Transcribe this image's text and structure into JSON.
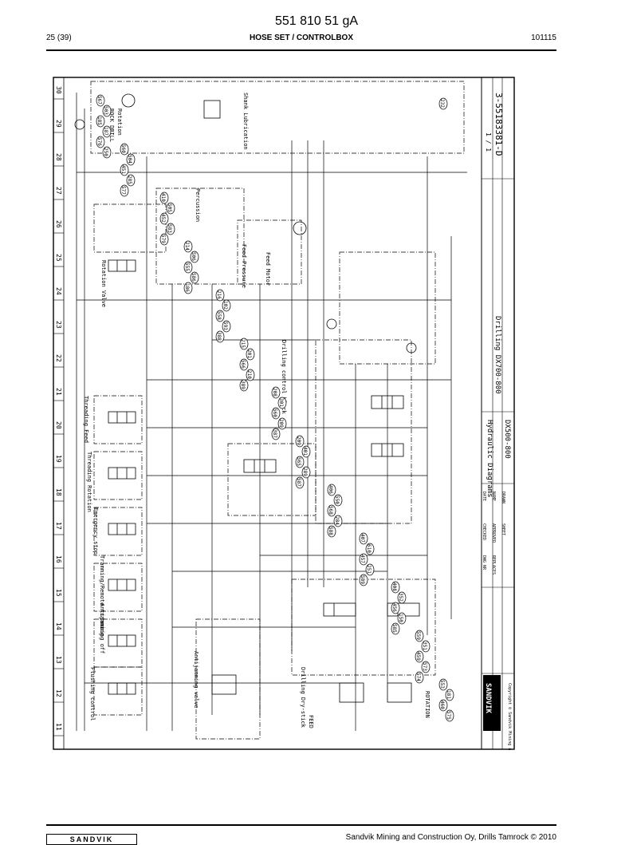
{
  "header": {
    "doc_number": "551 810 51 gA",
    "page": "25 (39)",
    "section": "HOSE SET / CONTROLBOX",
    "date": "101115"
  },
  "drawing": {
    "grid_columns": [
      "30",
      "29",
      "28",
      "27",
      "26",
      "25",
      "24",
      "23",
      "22",
      "21",
      "20",
      "19",
      "18",
      "17",
      "16",
      "15",
      "14",
      "13",
      "12",
      "11"
    ],
    "blocks": [
      {
        "id": "rock-drill",
        "label": "ROCK DRILL"
      },
      {
        "id": "rotation",
        "label": "Rotation"
      },
      {
        "id": "percussion",
        "label": "Percussion"
      },
      {
        "id": "shank-lubrication",
        "label": "Shank Lubrication"
      },
      {
        "id": "rotation-valve",
        "label": "Rotation Valve"
      },
      {
        "id": "feed-motor",
        "label": "Feed Motor"
      },
      {
        "id": "feed-pressure",
        "label": "Feed Pressure"
      },
      {
        "id": "drilling-control-block",
        "label": "Drilling control block"
      },
      {
        "id": "threading-feed",
        "label": "Threading Feed"
      },
      {
        "id": "threading-rotation",
        "label": "Threading Rotation"
      },
      {
        "id": "emergency-stop",
        "label": "Emergency stop"
      },
      {
        "id": "tramming-remote",
        "label": "Tramming/Remote tramming"
      },
      {
        "id": "antijamming",
        "label": "Antijamming off"
      },
      {
        "id": "flushing-control",
        "label": "Flushing control"
      },
      {
        "id": "antijamming-valve",
        "label": "Antijamming valve"
      },
      {
        "id": "drilling-dry-stick",
        "label": "Drilling Dry-stick"
      },
      {
        "id": "feed",
        "label": "FEED"
      },
      {
        "id": "rotation-lower",
        "label": "ROTATION"
      }
    ],
    "callouts": [
      "567",
      "560",
      "410",
      "214",
      "216",
      "215",
      "208",
      "209",
      "406",
      "407",
      "408",
      "559",
      "553",
      "503",
      "504",
      "505",
      "506",
      "102",
      "201",
      "301",
      "401",
      "550",
      "610",
      "352",
      "351",
      "181",
      "185",
      "451",
      "452",
      "555",
      "558",
      "566",
      "560",
      "565",
      "568",
      "457",
      "456",
      "459",
      "460",
      "187",
      "285",
      "583",
      "586",
      "593",
      "210",
      "209",
      "289",
      "284",
      "251",
      "150",
      "573",
      "575",
      "576",
      "577",
      "579",
      "186",
      "388",
      "389",
      "387",
      "587",
      "588",
      "589",
      "585",
      "574",
      "232",
      "250"
    ],
    "title_block": {
      "logo": "SANDVIK",
      "title_line1": "Hydraulic Diagrams",
      "title_line2": "Drilling DX700-800",
      "title_line3": "DX500-800",
      "drawing_no": "3-55183381-D",
      "sheet": "1 / 1",
      "labels": [
        "DATE",
        "NAME",
        "DRAWN",
        "CHECKED",
        "APPROVED",
        "SHEET",
        "DWG NR",
        "REPLACES"
      ],
      "copyright": "Copyright © Sandvik Mining and Construction"
    }
  },
  "footer": {
    "logo_text": "SANDVIK",
    "text": "Sandvik Mining and Construction Oy, Drills Tamrock © 2010"
  }
}
